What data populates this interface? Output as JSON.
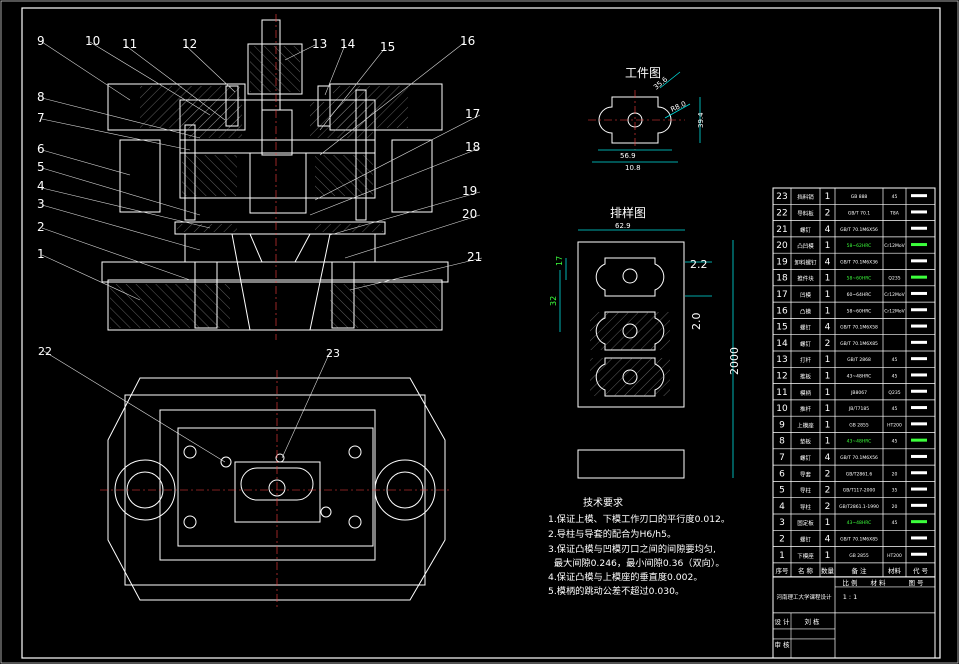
{
  "callouts": [
    "1",
    "2",
    "3",
    "4",
    "5",
    "6",
    "7",
    "8",
    "9",
    "10",
    "11",
    "12",
    "13",
    "14",
    "15",
    "16",
    "17",
    "18",
    "19",
    "20",
    "21",
    "22",
    "23"
  ],
  "workpiece": {
    "title": "工件图",
    "dims": [
      "R8.0",
      "35.6",
      "39.4",
      "56.9",
      "10.8"
    ]
  },
  "layout_view": {
    "title": "排样图",
    "dims": [
      "62.9",
      "17",
      "32",
      "2.2",
      "2.0",
      "2000"
    ]
  },
  "tech": {
    "title": "技术要求",
    "lines": [
      "1.保证上模、下模工作刃口的平行度0.012。",
      "2.导柱与导套的配合为H6/h5。",
      "3.保证凸模与凹模刃口之间的间隙要均匀,",
      "  最大间隙0.246，最小间隙0.36（双向）。",
      "4.保证凸模与上模座的垂直度0.002。",
      "5.模柄的跳动公差不超过0.030。"
    ]
  },
  "bom": {
    "rows": [
      {
        "no": "23",
        "name": "挡料销",
        "qty": "1",
        "spec": "GB 888",
        "mat": "45",
        "green": false
      },
      {
        "no": "22",
        "name": "导料板",
        "qty": "2",
        "spec": "GB/T 70.1",
        "mat": "T8A",
        "green": false
      },
      {
        "no": "21",
        "name": "螺钉",
        "qty": "4",
        "spec": "GB/T 70.1M6X56",
        "mat": "",
        "green": false
      },
      {
        "no": "20",
        "name": "凸凹模",
        "qty": "1",
        "spec": "58~62HRC",
        "mat": "Cr12MoV",
        "green": true
      },
      {
        "no": "19",
        "name": "卸料螺钉",
        "qty": "4",
        "spec": "GB/T 70.1M6X36",
        "mat": "",
        "green": false
      },
      {
        "no": "18",
        "name": "推件块",
        "qty": "1",
        "spec": "58~60HRC",
        "mat": "Q235",
        "green": true
      },
      {
        "no": "17",
        "name": "凹模",
        "qty": "1",
        "spec": "60~64HRC",
        "mat": "Cr12MoV",
        "green": false
      },
      {
        "no": "16",
        "name": "凸模",
        "qty": "1",
        "spec": "58~60HRC",
        "mat": "Cr12MoV",
        "green": false
      },
      {
        "no": "15",
        "name": "螺钉",
        "qty": "4",
        "spec": "GB/T 70.1M6X58",
        "mat": "",
        "green": false
      },
      {
        "no": "14",
        "name": "螺钉",
        "qty": "2",
        "spec": "GB/T 70.1M6X85",
        "mat": "",
        "green": false
      },
      {
        "no": "13",
        "name": "打杆",
        "qty": "1",
        "spec": "GB/T 2868",
        "mat": "45",
        "green": false
      },
      {
        "no": "12",
        "name": "推板",
        "qty": "1",
        "spec": "43~48HRC",
        "mat": "45",
        "green": false
      },
      {
        "no": "11",
        "name": "模柄",
        "qty": "1",
        "spec": "JB8067",
        "mat": "Q235",
        "green": false
      },
      {
        "no": "10",
        "name": "推杆",
        "qty": "1",
        "spec": "JB/T7185",
        "mat": "45",
        "green": false
      },
      {
        "no": "9",
        "name": "上模座",
        "qty": "1",
        "spec": "GB 2855",
        "mat": "HT200",
        "green": false
      },
      {
        "no": "8",
        "name": "垫板",
        "qty": "1",
        "spec": "43~48HRC",
        "mat": "45",
        "green": true
      },
      {
        "no": "7",
        "name": "螺钉",
        "qty": "4",
        "spec": "GB/T 70.1M6X56",
        "mat": "",
        "green": false
      },
      {
        "no": "6",
        "name": "导套",
        "qty": "2",
        "spec": "GB/T2861.6",
        "mat": "20",
        "green": false
      },
      {
        "no": "5",
        "name": "导柱",
        "qty": "2",
        "spec": "GB/T117-2000",
        "mat": "35",
        "green": false
      },
      {
        "no": "4",
        "name": "导柱",
        "qty": "2",
        "spec": "GB/T2861.1-1990",
        "mat": "20",
        "green": false
      },
      {
        "no": "3",
        "name": "固定板",
        "qty": "1",
        "spec": "43~48HRC",
        "mat": "45",
        "green": true
      },
      {
        "no": "2",
        "name": "螺钉",
        "qty": "4",
        "spec": "GB/T 70.1M6X85",
        "mat": "",
        "green": false
      },
      {
        "no": "1",
        "name": "下模座",
        "qty": "1",
        "spec": "GB 2855",
        "mat": "HT200",
        "green": false
      }
    ],
    "header": [
      "序号",
      "名 称",
      "数量",
      "备   注",
      "材料",
      "代 号"
    ],
    "school": "河南理工大学课程设计",
    "scale_label": "比 例",
    "scale_value": "1 : 1",
    "material_label": "材 料",
    "drawing_no_label": "图 号",
    "designer_label": "设 计",
    "designer_name": "刘 栋",
    "reviewer_label": "审 核"
  }
}
